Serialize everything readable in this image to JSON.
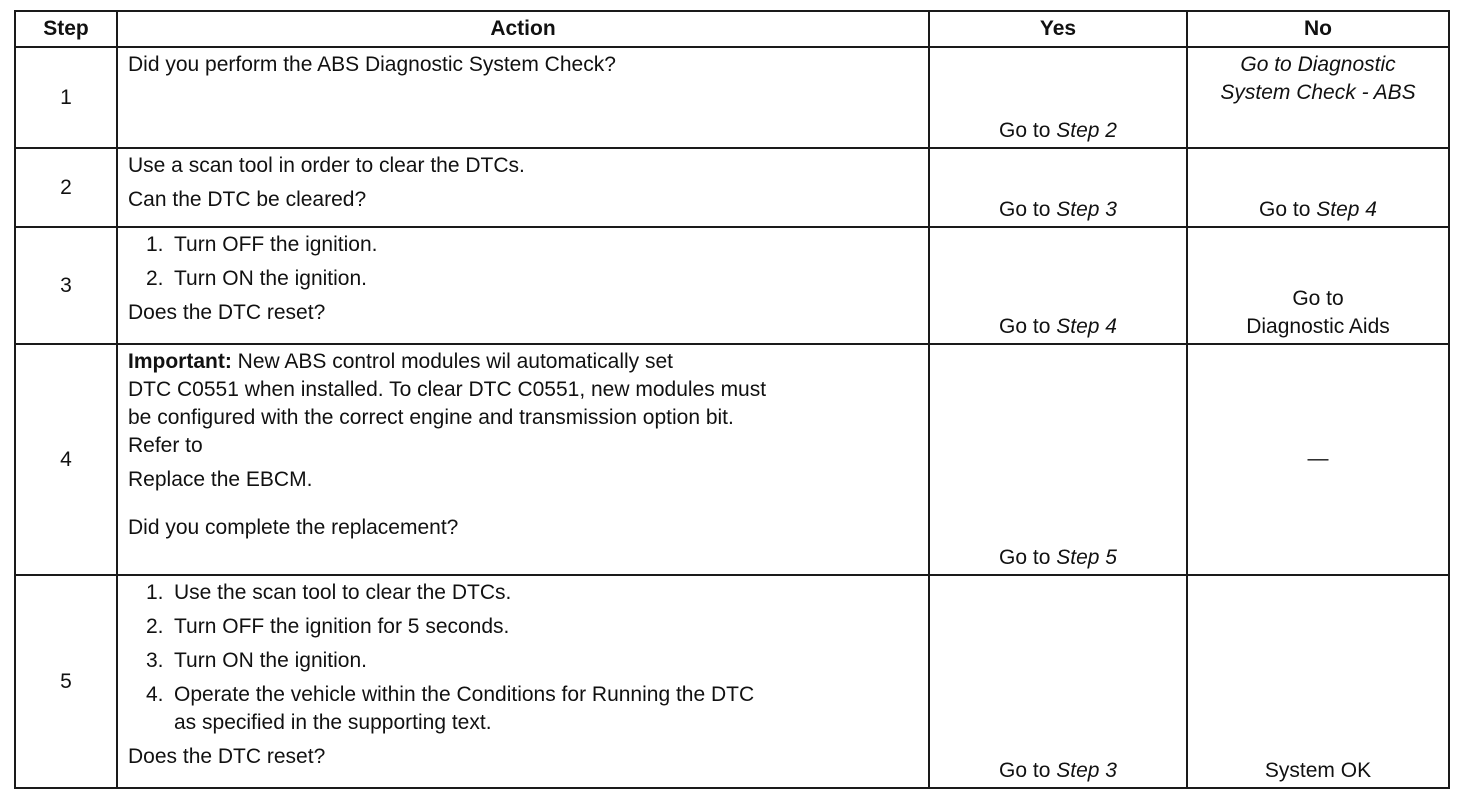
{
  "headers": {
    "step": "Step",
    "action": "Action",
    "yes": "Yes",
    "no": "No"
  },
  "rows": [
    {
      "step": "1",
      "action_lines": [
        "Did you perform the ABS Diagnostic System Check?"
      ],
      "yes_prefix": "Go to ",
      "yes_ref": "Step 2",
      "no_lines": [
        "Go to Diagnostic",
        "System Check - ABS"
      ]
    },
    {
      "step": "2",
      "action_lines": [
        "Use a scan tool in order to clear the DTCs.",
        "Can the DTC be cleared?"
      ],
      "yes_prefix": "Go to ",
      "yes_ref": "Step 3",
      "no_prefix": "Go to ",
      "no_ref": "Step 4"
    },
    {
      "step": "3",
      "action_items": [
        {
          "n": "1.",
          "text": "Turn OFF the ignition."
        },
        {
          "n": "2.",
          "text": "Turn ON the ignition."
        }
      ],
      "action_question": "Does the DTC reset?",
      "yes_prefix": "Go to ",
      "yes_ref": "Step 4",
      "no_lines": [
        "Go to",
        "Diagnostic Aids"
      ]
    },
    {
      "step": "4",
      "important_label": "Important:",
      "important_lines": [
        " New ABS control modules wil automatically set",
        "DTC C0551 when installed. To clear DTC C0551, new modules must",
        "be configured with the correct engine and transmission option bit.",
        "Refer to"
      ],
      "action_lines": [
        "Replace the EBCM.",
        "Did you complete the replacement?"
      ],
      "yes_prefix": "Go to ",
      "yes_ref": "Step 5",
      "no_dash": "—"
    },
    {
      "step": "5",
      "action_items": [
        {
          "n": "1.",
          "text": "Use the scan tool to clear the DTCs."
        },
        {
          "n": "2.",
          "text": "Turn OFF the ignition for 5 seconds."
        },
        {
          "n": "3.",
          "text": "Turn ON the ignition."
        },
        {
          "n": "4.",
          "text": "Operate the vehicle within the Conditions for Running the DTC"
        }
      ],
      "action_item4_cont": "as specified in the supporting text.",
      "action_question": "Does the DTC reset?",
      "yes_prefix": "Go to ",
      "yes_ref": "Step 3",
      "no_text": "System OK"
    }
  ]
}
